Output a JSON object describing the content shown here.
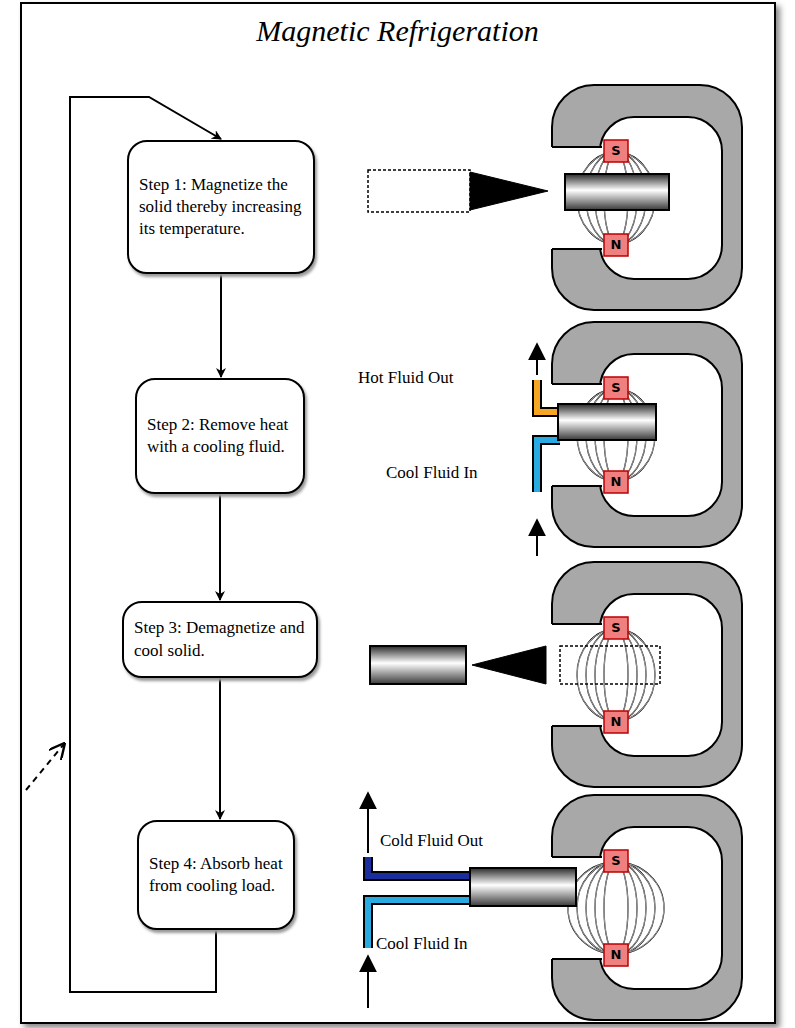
{
  "diagram": {
    "title": "Magnetic Refrigeration",
    "nodes": [
      {
        "text": [
          "Step 1: Magnetize the solid thereby increasing its temperature."
        ]
      },
      {
        "text": [
          "Step 2: Remove heat with a cooling fluid."
        ]
      },
      {
        "text": [
          "Step 3: Demagnetize and cool solid."
        ]
      },
      {
        "text": [
          "Step 4: Absorb heat from cooling load."
        ]
      }
    ],
    "edges": [
      {
        "from": 0,
        "to": 1,
        "arrow": "to"
      },
      {
        "from": 1,
        "to": 2,
        "arrow": "to"
      },
      {
        "from": 2,
        "to": 3,
        "arrow": "to"
      },
      {
        "from": 3,
        "to": 0,
        "arrow": "to"
      }
    ],
    "labels": [
      "S",
      "N",
      "Hot Fluid Out",
      "S",
      "Cool Fluid In",
      "N",
      "S",
      "N",
      "Cold Fluid Out",
      "S",
      "N",
      "Cool Fluid In"
    ]
  }
}
